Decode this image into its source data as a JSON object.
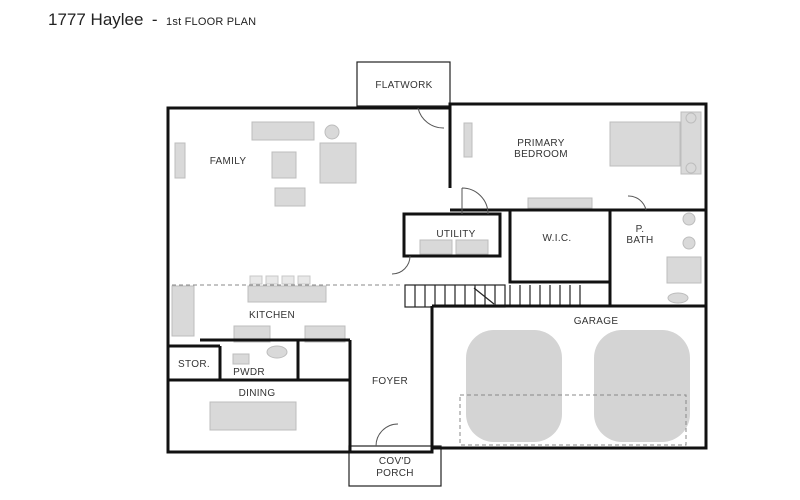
{
  "header": {
    "plan_name": "1777 Haylee",
    "separator": "-",
    "plan_level": "1st FLOOR PLAN"
  },
  "rooms": {
    "flatwork": "FLATWORK",
    "family": "FAMILY",
    "primary_bedroom_line1": "PRIMARY",
    "primary_bedroom_line2": "BEDROOM",
    "utility": "UTILITY",
    "wic": "W.I.C.",
    "pbath_line1": "P.",
    "pbath_line2": "BATH",
    "kitchen": "KITCHEN",
    "garage": "GARAGE",
    "stor": "STOR.",
    "pwdr": "PWDR",
    "dining": "DINING",
    "foyer": "FOYER",
    "porch_line1": "COV'D",
    "porch_line2": "PORCH"
  }
}
